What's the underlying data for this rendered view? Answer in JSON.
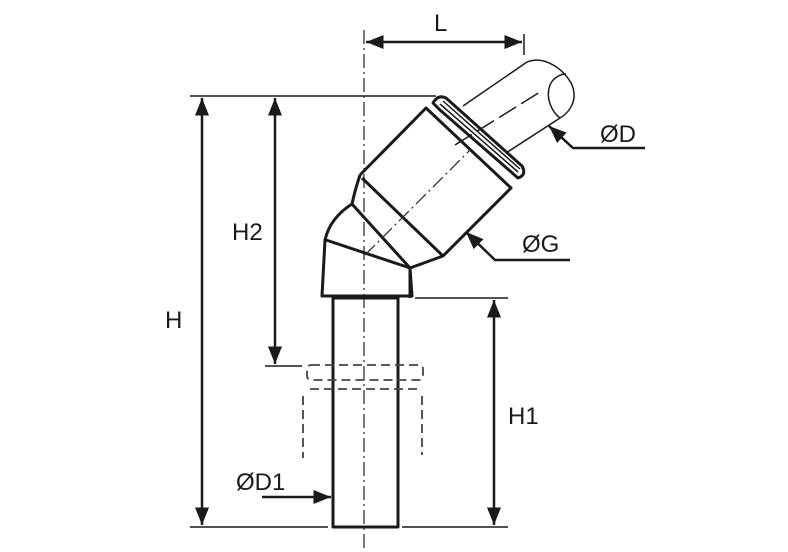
{
  "diagram": {
    "title": "45° elbow push-in fitting with stem – dimension drawing",
    "labels": {
      "L": "L",
      "H": "H",
      "H1": "H1",
      "H2": "H2",
      "OD": "ØD",
      "OG": "ØG",
      "OD1": "ØD1"
    },
    "colors": {
      "line": "#1a1a1a",
      "background": "#ffffff"
    }
  }
}
